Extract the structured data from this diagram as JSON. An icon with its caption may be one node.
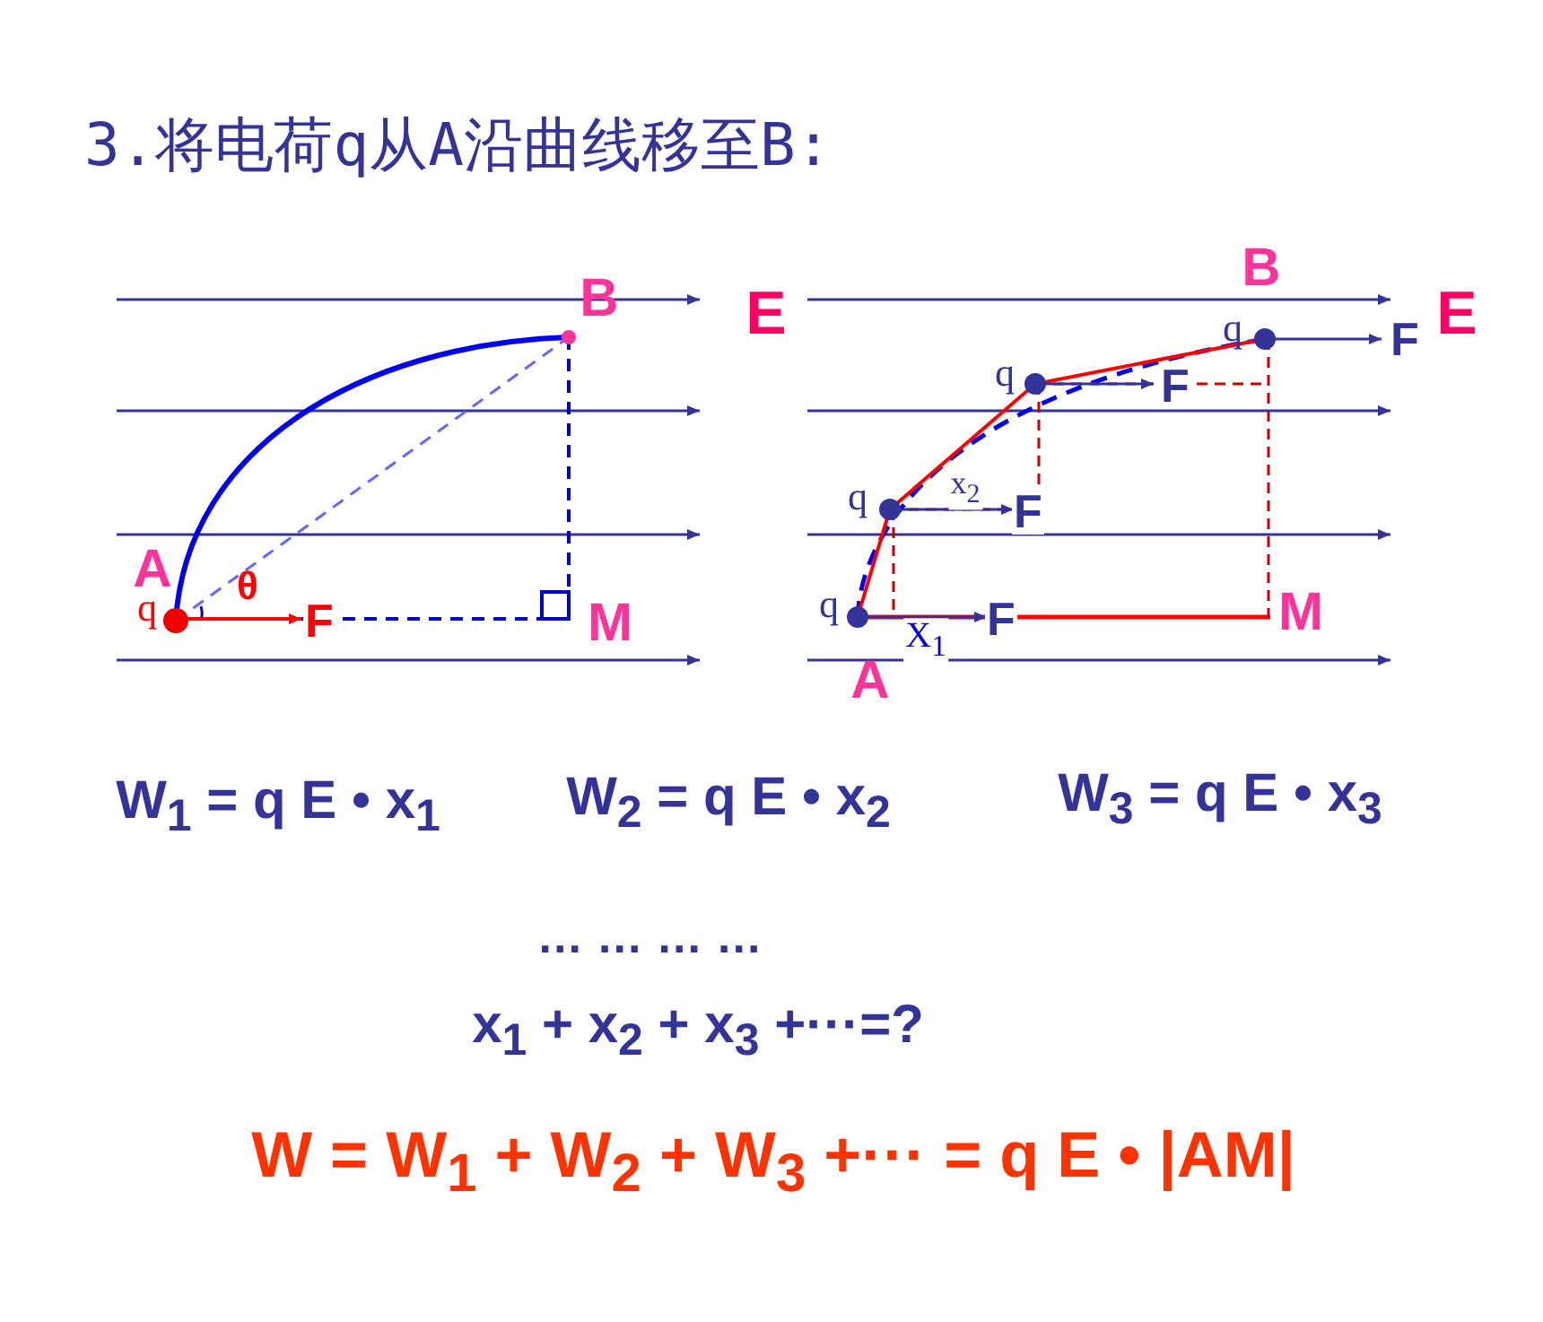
{
  "diagram": {
    "title": "3.将电荷q从A沿曲线移至B:",
    "labels": [
      "B",
      "E",
      "A",
      "θ",
      "q",
      "F",
      "M",
      "B",
      "q",
      "F",
      "E",
      "q",
      "F",
      "q",
      "x$_{2}$",
      "F",
      "q",
      "F",
      "M",
      "A",
      "X$_{1}$",
      "W$_{1}$ = q E  • x$_{1}$",
      "W$_{2}$ = q E  • x$_{2}$",
      "W$_{3}$ = q E  • x$_{3}$",
      "… … … …",
      "x$_{1}$ + x$_{2}$ + x$_{3}$ +···=?",
      "W = W$_{1}$ + W$_{2}$ + W$_{3}$ +··· = q E • |AM|"
    ]
  }
}
